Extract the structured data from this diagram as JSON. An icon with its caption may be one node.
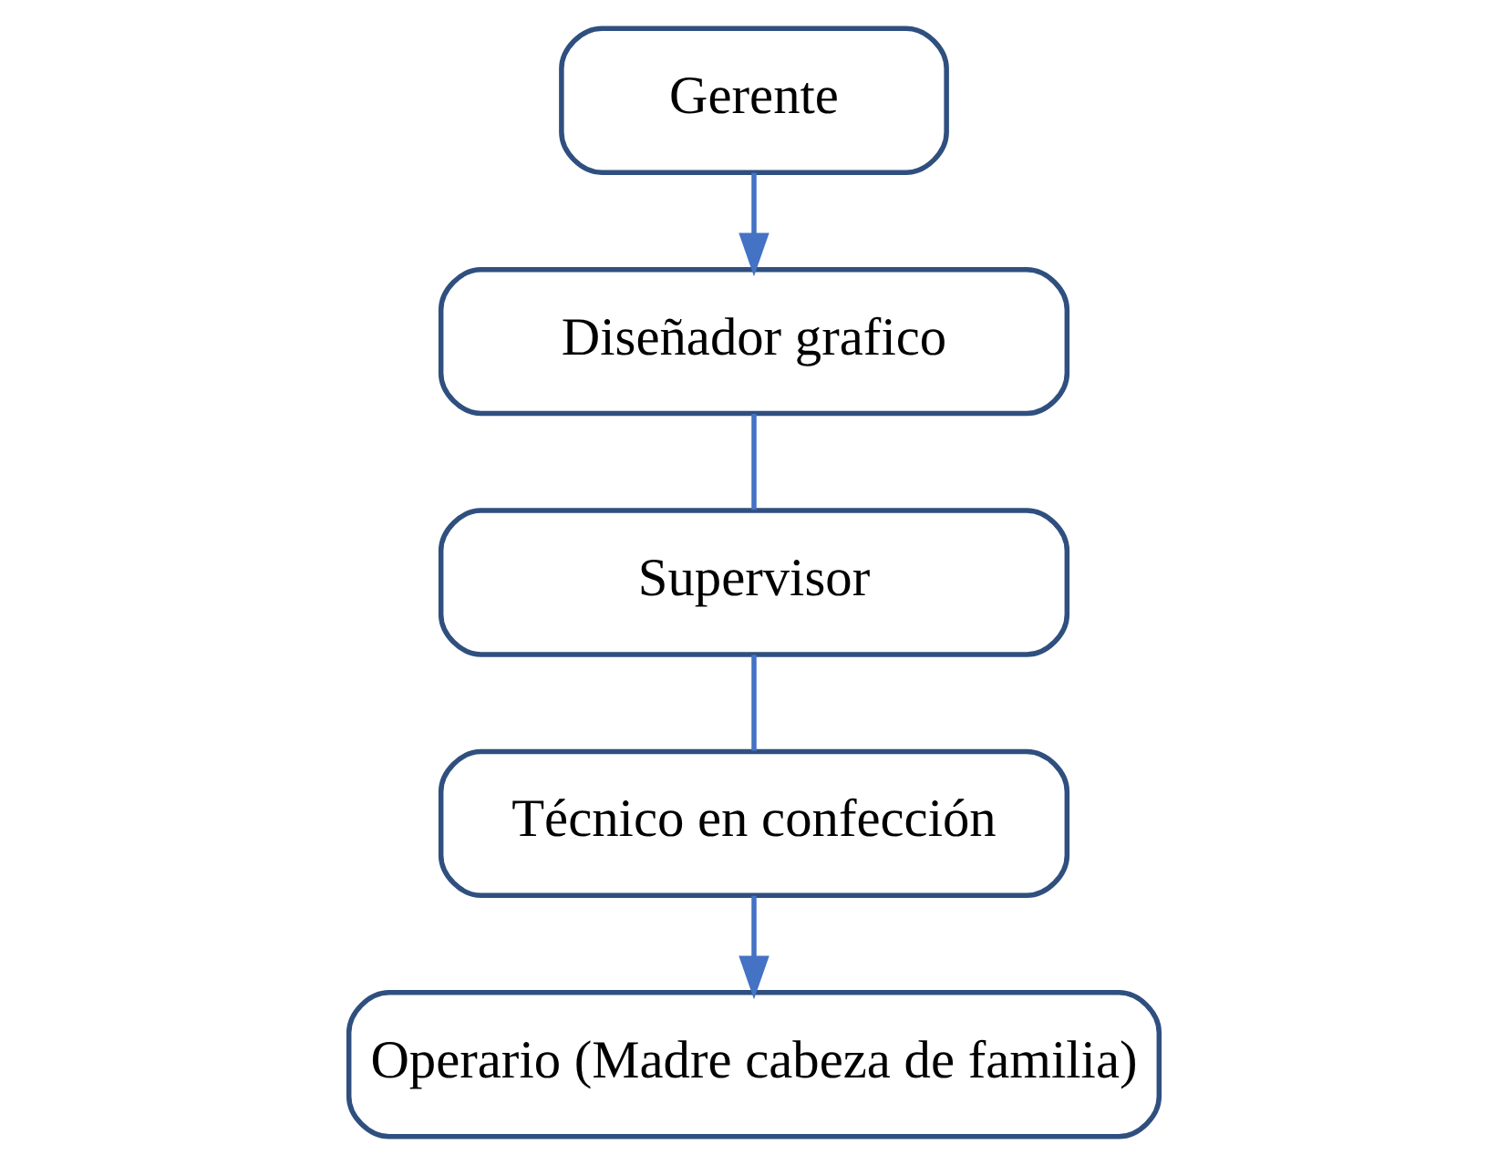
{
  "diagram": {
    "nodes": [
      {
        "text": [
          "Gerente"
        ]
      },
      {
        "text": [
          "Diseñador grafico"
        ]
      },
      {
        "text": [
          "Supervisor"
        ]
      },
      {
        "text": [
          "Técnico en confección"
        ]
      },
      {
        "text": [
          "Operario (Madre cabeza de familia)"
        ]
      }
    ],
    "edges": [
      {
        "from": 0,
        "to": 1,
        "arrow": "to"
      },
      {
        "from": 1,
        "to": 2,
        "arrow": "none"
      },
      {
        "from": 2,
        "to": 3,
        "arrow": "none"
      },
      {
        "from": 3,
        "to": 4,
        "arrow": "to"
      }
    ]
  }
}
